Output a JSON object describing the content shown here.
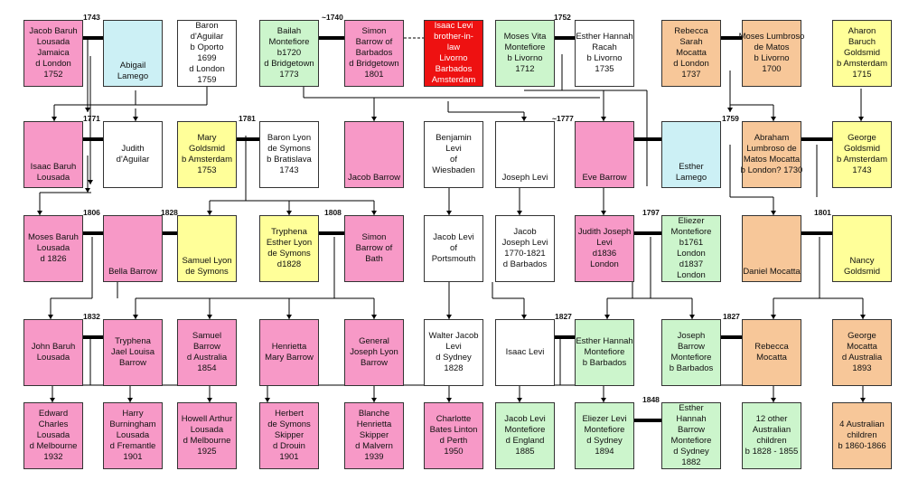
{
  "colors": {
    "pink": "#f799c7",
    "green": "#ccf5cc",
    "yellow": "#ffff99",
    "blue": "#ccf0f5",
    "orange": "#f7c799",
    "white": "#ffffff",
    "red": "#ee1111"
  },
  "people": [
    {
      "lines": [
        "Jacob Baruh",
        "Lousada",
        "Jamaica",
        "d London",
        "1752"
      ],
      "color": "pink"
    },
    {
      "lines": [
        "Abigail",
        "Lamego"
      ],
      "color": "blue"
    },
    {
      "lines": [
        "Baron",
        "d'Aguilar",
        "b Oporto",
        "1699",
        "d London",
        "1759"
      ],
      "color": "white"
    },
    {
      "lines": [
        "Bailah",
        "Montefiore",
        "b1720",
        "d Bridgetown",
        "1773"
      ],
      "color": "green"
    },
    {
      "lines": [
        "Simon",
        "Barrow of",
        "Barbados",
        "d Bridgetown",
        "1801"
      ],
      "color": "pink"
    },
    {
      "lines": [
        "Isaac Levi",
        "brother-in-",
        "law",
        "Livorno",
        "Barbados",
        "Amsterdam"
      ],
      "color": "red"
    },
    {
      "lines": [
        "Moses Vita",
        "Montefiore",
        "b Livorno",
        "1712"
      ],
      "color": "green"
    },
    {
      "lines": [
        "Esther Hannah",
        "Racah",
        "b Livorno",
        "1735"
      ],
      "color": "white"
    },
    {
      "lines": [
        "Rebecca",
        "Sarah",
        "Mocatta",
        "d London",
        "1737"
      ],
      "color": "orange"
    },
    {
      "lines": [
        "Moses Lumbroso",
        "de Matos",
        "b Livorno",
        "1700"
      ],
      "color": "orange"
    },
    {
      "lines": [
        "Aharon",
        "Baruch",
        "Goldsmid",
        "b Amsterdam",
        "1715"
      ],
      "color": "yellow"
    },
    {
      "lines": [
        "Isaac Baruh",
        "Lousada"
      ],
      "color": "pink"
    },
    {
      "lines": [
        "Judith",
        "d'Aguilar"
      ],
      "color": "white"
    },
    {
      "lines": [
        "Mary",
        "Goldsmid",
        "b Amsterdam",
        "1753"
      ],
      "color": "yellow"
    },
    {
      "lines": [
        "Baron Lyon",
        "de Symons",
        "b Bratislava",
        "1743"
      ],
      "color": "white"
    },
    {
      "lines": [
        "Jacob Barrow"
      ],
      "color": "pink"
    },
    {
      "lines": [
        "Benjamin",
        "Levi",
        "of",
        "Wiesbaden"
      ],
      "color": "white"
    },
    {
      "lines": [
        "Joseph Levi"
      ],
      "color": "white"
    },
    {
      "lines": [
        "Eve Barrow"
      ],
      "color": "pink"
    },
    {
      "lines": [
        "Esther",
        "Lamego"
      ],
      "color": "blue"
    },
    {
      "lines": [
        "Abraham",
        "Lumbroso de",
        "Matos Mocatta",
        "b London?  1730"
      ],
      "color": "orange"
    },
    {
      "lines": [
        "George",
        "Goldsmid",
        "b Amsterdam",
        "1743"
      ],
      "color": "yellow"
    },
    {
      "lines": [
        "Moses Baruh",
        "Lousada",
        "d 1826"
      ],
      "color": "pink"
    },
    {
      "lines": [
        "Bella Barrow"
      ],
      "color": "pink"
    },
    {
      "lines": [
        "Samuel Lyon",
        "de Symons"
      ],
      "color": "yellow"
    },
    {
      "lines": [
        "Tryphena",
        "Esther Lyon",
        "de Symons",
        "d1828"
      ],
      "color": "yellow"
    },
    {
      "lines": [
        "Simon",
        "Barrow of",
        "Bath"
      ],
      "color": "pink"
    },
    {
      "lines": [
        "Jacob Levi",
        "of",
        "Portsmouth"
      ],
      "color": "white"
    },
    {
      "lines": [
        "Jacob",
        "Joseph Levi",
        "1770-1821",
        "d Barbados"
      ],
      "color": "white"
    },
    {
      "lines": [
        "Judith Joseph",
        "Levi",
        "d1836",
        "London"
      ],
      "color": "pink"
    },
    {
      "lines": [
        "Eliezer",
        "Montefiore",
        "b1761",
        "London",
        "d1837",
        "London"
      ],
      "color": "green"
    },
    {
      "lines": [
        "Daniel Mocatta"
      ],
      "color": "orange"
    },
    {
      "lines": [
        "Nancy",
        "Goldsmid"
      ],
      "color": "yellow"
    },
    {
      "lines": [
        "John Baruh",
        "Lousada"
      ],
      "color": "pink"
    },
    {
      "lines": [
        "Tryphena",
        "Jael Louisa",
        "Barrow"
      ],
      "color": "pink"
    },
    {
      "lines": [
        "Samuel",
        "Barrow",
        "d Australia",
        "1854"
      ],
      "color": "pink"
    },
    {
      "lines": [
        "Henrietta",
        "Mary Barrow"
      ],
      "color": "pink"
    },
    {
      "lines": [
        "General",
        "Joseph Lyon",
        "Barrow"
      ],
      "color": "pink"
    },
    {
      "lines": [
        "Walter Jacob",
        "Levi",
        "d Sydney",
        "1828"
      ],
      "color": "white"
    },
    {
      "lines": [
        "Isaac Levi"
      ],
      "color": "white"
    },
    {
      "lines": [
        "Esther Hannah",
        "Montefiore",
        "b Barbados"
      ],
      "color": "green"
    },
    {
      "lines": [
        "Joseph",
        "Barrow",
        "Montefiore",
        "b Barbados"
      ],
      "color": "green"
    },
    {
      "lines": [
        "Rebecca",
        "Mocatta"
      ],
      "color": "orange"
    },
    {
      "lines": [
        "George",
        "Mocatta",
        "d Australia",
        "1893"
      ],
      "color": "orange"
    },
    {
      "lines": [
        "Edward",
        "Charles",
        "Lousada",
        "d Melbourne",
        "1932"
      ],
      "color": "pink"
    },
    {
      "lines": [
        "Harry",
        "Burningham",
        "Lousada",
        "d Fremantle",
        "1901"
      ],
      "color": "pink"
    },
    {
      "lines": [
        "Howell Arthur",
        "Lousada",
        "d Melbourne",
        "1925"
      ],
      "color": "pink"
    },
    {
      "lines": [
        "Herbert",
        "de Symons",
        "Skipper",
        "d Drouin",
        "1901"
      ],
      "color": "pink"
    },
    {
      "lines": [
        "Blanche",
        "Henrietta",
        "Skipper",
        "d Malvern",
        "1939"
      ],
      "color": "pink"
    },
    {
      "lines": [
        "Charlotte",
        "Bates Linton",
        "d Perth",
        "1950"
      ],
      "color": "pink"
    },
    {
      "lines": [
        "Jacob Levi",
        "Montefiore",
        "d England",
        "1885"
      ],
      "color": "green"
    },
    {
      "lines": [
        "Eliezer Levi",
        "Montefiore",
        "d Sydney",
        "1894"
      ],
      "color": "green"
    },
    {
      "lines": [
        "Esther",
        "Hannah",
        "Barrow",
        "Montefiore",
        "d Sydney",
        "1882"
      ],
      "color": "green"
    },
    {
      "lines": [
        "12 other",
        "Australian",
        "children",
        "b 1828 - 1855"
      ],
      "color": "green"
    },
    {
      "lines": [
        "4 Australian",
        "children",
        "b 1860-1866"
      ],
      "color": "orange"
    }
  ],
  "marriage_years": [
    "1743",
    "~1740",
    "1752",
    "1771",
    "1781",
    "~1777",
    "1759",
    "1806",
    "1828",
    "1808",
    "1797",
    "1801",
    "1832",
    "1827",
    "1827",
    "1848"
  ]
}
